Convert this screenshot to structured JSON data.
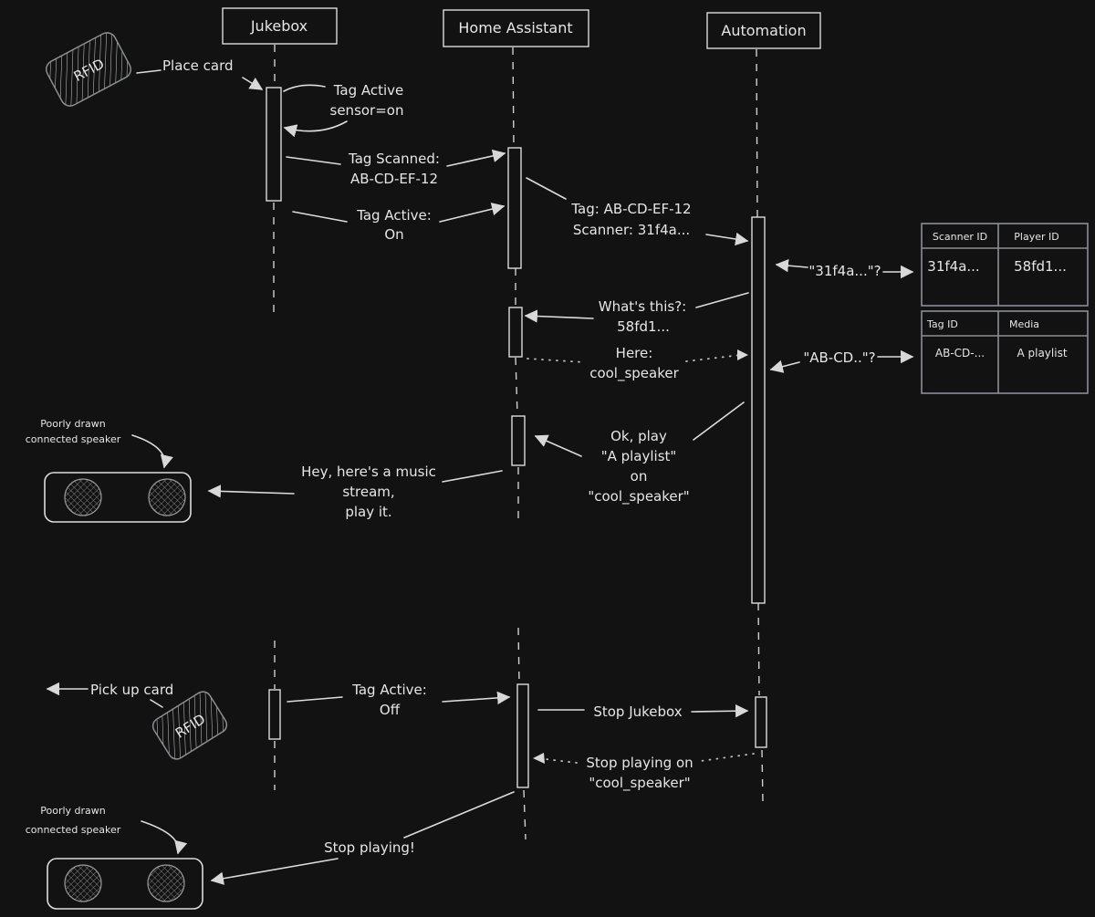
{
  "participants": [
    {
      "id": "jukebox",
      "label": "Jukebox"
    },
    {
      "id": "home_assistant",
      "label": "Home Assistant"
    },
    {
      "id": "automation",
      "label": "Automation"
    }
  ],
  "rfid": {
    "label": "RFID"
  },
  "messages": {
    "place_card": "Place card",
    "tag_active_sensor": [
      "Tag Active",
      "sensor=on"
    ],
    "tag_scanned": [
      "Tag Scanned:",
      "AB-CD-EF-12"
    ],
    "tag_active_on": [
      "Tag Active:",
      "On"
    ],
    "tag_scanner": [
      "Tag: AB-CD-EF-12",
      "Scanner: 31f4a..."
    ],
    "lookup_scanner": "\"31f4a...\"?",
    "whats_this": [
      "What's this?:",
      "58fd1..."
    ],
    "here": [
      "Here:",
      "cool_speaker"
    ],
    "lookup_tag": "\"AB-CD..\"?",
    "ok_play": [
      "Ok, play",
      "\"A playlist\"",
      "on",
      "\"cool_speaker\""
    ],
    "music_stream": [
      "Hey, here's a music",
      "stream,",
      "play it."
    ],
    "pick_up_card": "Pick up card",
    "tag_active_off": [
      "Tag Active:",
      "Off"
    ],
    "stop_jukebox": "Stop Jukebox",
    "stop_playing_on": [
      "Stop playing on",
      "\"cool_speaker\""
    ],
    "stop_playing": "Stop playing!"
  },
  "speaker_note": [
    "Poorly drawn",
    "connected speaker"
  ],
  "tables": {
    "scanners": {
      "headers": [
        "Scanner ID",
        "Player ID"
      ],
      "rows": [
        [
          "31f4a...",
          "58fd1..."
        ]
      ]
    },
    "tags": {
      "headers": [
        "Tag ID",
        "Media"
      ],
      "rows": [
        [
          "AB-CD-...",
          "A playlist"
        ]
      ]
    }
  }
}
